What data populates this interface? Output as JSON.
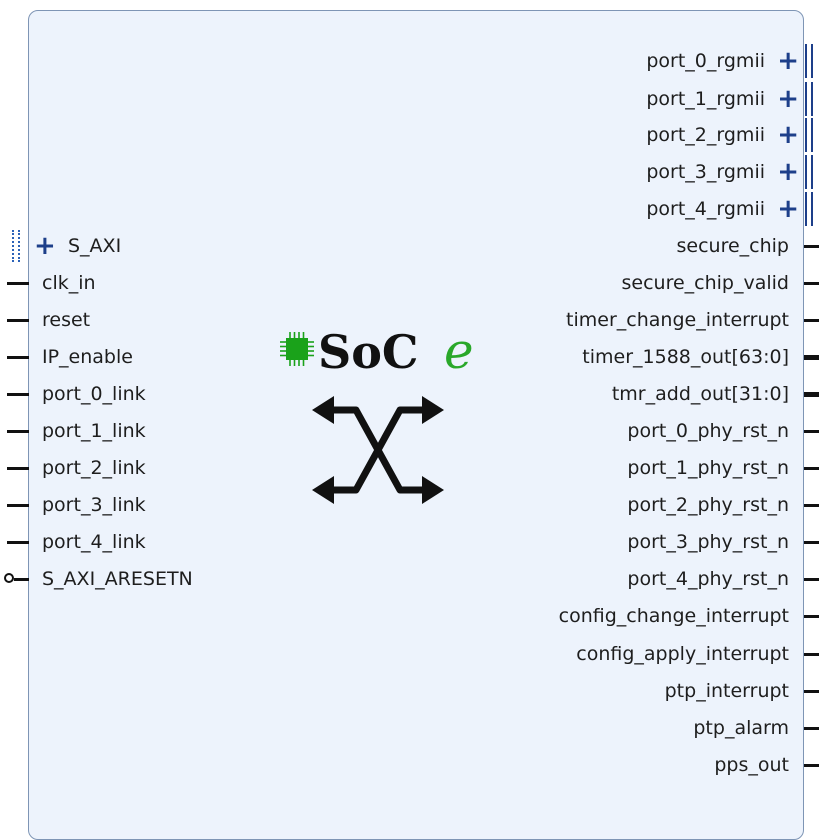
{
  "block": {
    "logo": {
      "text_main": "SoC",
      "text_accent": "e",
      "accent_color": "#2aa82a",
      "chip_color": "#1aa21a",
      "icon": "soce-chip-logo"
    },
    "center_icon": "crossbar-switch-icon",
    "bus_interfaces_right": [
      {
        "label": "port_0_rgmii"
      },
      {
        "label": "port_1_rgmii"
      },
      {
        "label": "port_2_rgmii"
      },
      {
        "label": "port_3_rgmii"
      },
      {
        "label": "port_4_rgmii"
      }
    ],
    "bus_interface_left": {
      "label": "S_AXI"
    },
    "left_ports": [
      {
        "label": "clk_in"
      },
      {
        "label": "reset"
      },
      {
        "label": "IP_enable"
      },
      {
        "label": "port_0_link"
      },
      {
        "label": "port_1_link"
      },
      {
        "label": "port_2_link"
      },
      {
        "label": "port_3_link"
      },
      {
        "label": "port_4_link"
      },
      {
        "label": "S_AXI_ARESETN"
      }
    ],
    "right_ports": [
      {
        "label": "secure_chip"
      },
      {
        "label": "secure_chip_valid"
      },
      {
        "label": "timer_change_interrupt"
      },
      {
        "label": "timer_1588_out[63:0]"
      },
      {
        "label": "tmr_add_out[31:0]"
      },
      {
        "label": "port_0_phy_rst_n"
      },
      {
        "label": "port_1_phy_rst_n"
      },
      {
        "label": "port_2_phy_rst_n"
      },
      {
        "label": "port_3_phy_rst_n"
      },
      {
        "label": "port_4_phy_rst_n"
      },
      {
        "label": "config_change_interrupt"
      },
      {
        "label": "config_apply_interrupt"
      },
      {
        "label": "ptp_interrupt"
      },
      {
        "label": "ptp_alarm"
      },
      {
        "label": "pps_out"
      }
    ],
    "colors": {
      "block_fill": "#edf3fc",
      "block_border": "#7e95b5",
      "bus_interface": "#1d3f8a"
    }
  }
}
